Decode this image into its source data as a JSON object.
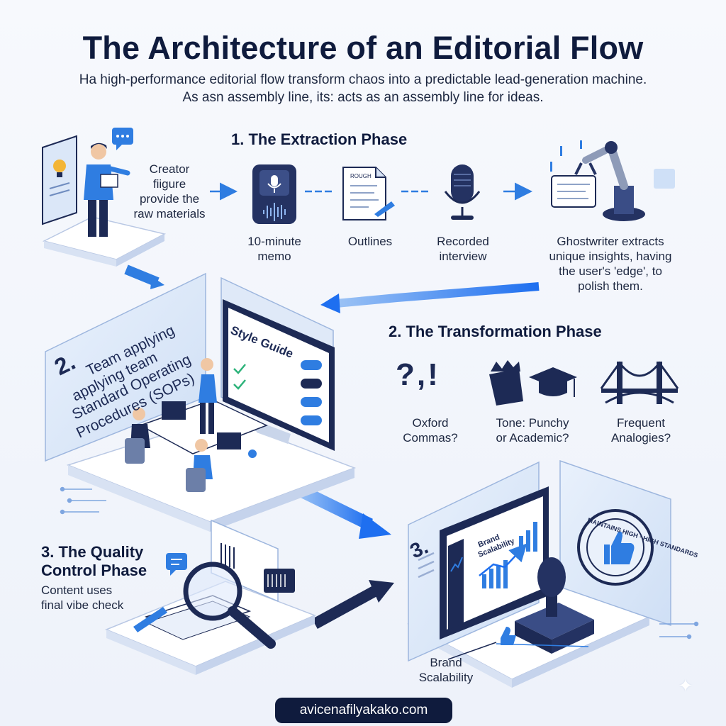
{
  "header": {
    "title": "The Architecture of an Editorial Flow",
    "subtitle_line1": "Ha high-performance editorial flow transform chaos into a predictable lead-generation machine.",
    "subtitle_line2": "As asn assembly line, its: acts as an assembly line for ideas."
  },
  "extraction": {
    "title": "1. The Extraction Phase",
    "creator_label": [
      "Creator",
      "fiigure",
      "provide the",
      "raw materials"
    ],
    "memo_label": [
      "10-minute",
      "memo"
    ],
    "outlines_label": "Outlines",
    "outline_doc_text": "ROUGH",
    "interview_label": [
      "Recorded",
      "interview"
    ],
    "ghostwriter_label": [
      "Ghostwriter extracts",
      "unique insights, having",
      "the user's 'edge', to",
      "polish them."
    ]
  },
  "team": {
    "number": "2.",
    "label": [
      "Team applying",
      "applying team",
      "Standard Operating",
      "Procedures (SOPs)"
    ],
    "style_guide": "Style Guide"
  },
  "transformation": {
    "title": "2. The Transformation Phase",
    "punctuation_glyph": "?,!",
    "oxford_label": [
      "Oxford",
      "Commas?"
    ],
    "tone_label": [
      "Tone: Punchy",
      "or Academic?"
    ],
    "analogies_label": [
      "Frequent",
      "Analogies?"
    ]
  },
  "quality": {
    "title": [
      "3. The Quality",
      "Control Phase"
    ],
    "desc": [
      "Content uses",
      "final vibe check"
    ]
  },
  "brand": {
    "number": "3.",
    "screen_label": [
      "Brand",
      "Scalability"
    ],
    "seal_text": "MAINTAINS HIGH · HIGH STANDARDS",
    "label": [
      "Brand",
      "Scalability"
    ]
  },
  "footer": {
    "url": "avicenafilyakako.com"
  },
  "colors": {
    "navy": "#0f1b3d",
    "accent_blue": "#2f7de1",
    "bright_blue": "#1e6ff0",
    "panel_glass": "#dfe9f8",
    "platform": "#ffffff"
  }
}
